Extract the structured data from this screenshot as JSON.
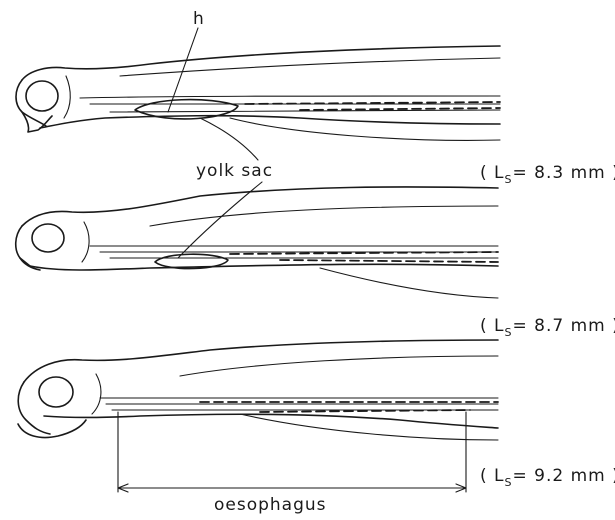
{
  "labels": {
    "h": "h",
    "yolk_sac": "yolk sac",
    "oesophagus": "oesophagus"
  },
  "larvae": [
    {
      "prefix": "( L",
      "subscript": "S",
      "value": "= 8.3 mm )"
    },
    {
      "prefix": "( L",
      "subscript": "S",
      "value": "= 8.7 mm )"
    },
    {
      "prefix": "( L",
      "subscript": "S",
      "value": "= 9.2 mm )"
    }
  ],
  "colors": {
    "ink": "#1a1a1a",
    "background": "#ffffff"
  }
}
